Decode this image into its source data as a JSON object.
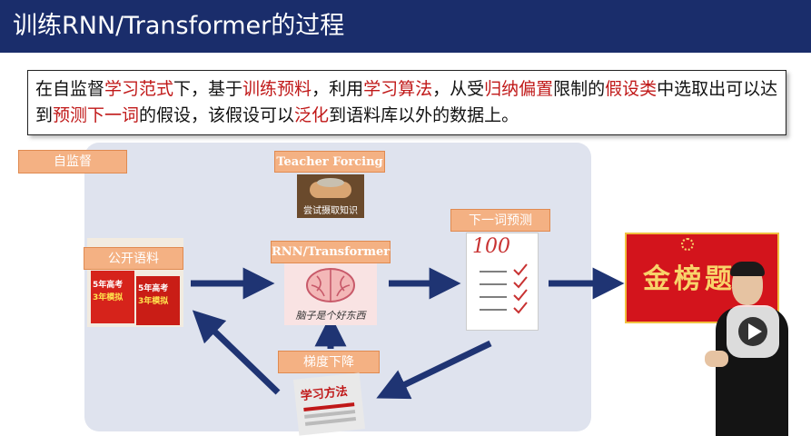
{
  "slide": {
    "title": "训练RNN/Transformer的过程"
  },
  "definition": {
    "segments": [
      {
        "text": "在自监督",
        "hl": false
      },
      {
        "text": "学习范式",
        "hl": true
      },
      {
        "text": "下，基于",
        "hl": false
      },
      {
        "text": "训练预料",
        "hl": true
      },
      {
        "text": "，利用",
        "hl": false
      },
      {
        "text": "学习算法",
        "hl": true
      },
      {
        "text": "，从受",
        "hl": false
      },
      {
        "text": "归纳偏置",
        "hl": true
      },
      {
        "text": "限制的",
        "hl": false
      },
      {
        "text": "假设类",
        "hl": true
      },
      {
        "text": "中选取出可以达到",
        "hl": false
      },
      {
        "text": "预测下一词",
        "hl": true
      },
      {
        "text": "的假设，该假设可以",
        "hl": false
      },
      {
        "text": "泛化",
        "hl": true
      },
      {
        "text": "到语料库以外的数据上。",
        "hl": false
      }
    ]
  },
  "labels": {
    "self_supervised": "自监督",
    "teacher_forcing": "Teacher Forcing",
    "tf_caption": "尝试摄取知识",
    "next_word": "下一词预测",
    "public_corpus": "公开语料",
    "model": "RNN/Transformer",
    "brain_caption": "脑子是个好东西",
    "gradient_descent": "梯度下降",
    "score": "100"
  },
  "books": {
    "brand": "5年高考",
    "sub": "3年模拟"
  },
  "banner": {
    "text": "金榜题"
  },
  "cover": {
    "title": "学习方法"
  },
  "colors": {
    "title_bg": "#1a2d6b",
    "highlight": "#c01818",
    "tag": "#f4b183",
    "arrow": "#1f3473",
    "panel": "#dfe3ee"
  }
}
